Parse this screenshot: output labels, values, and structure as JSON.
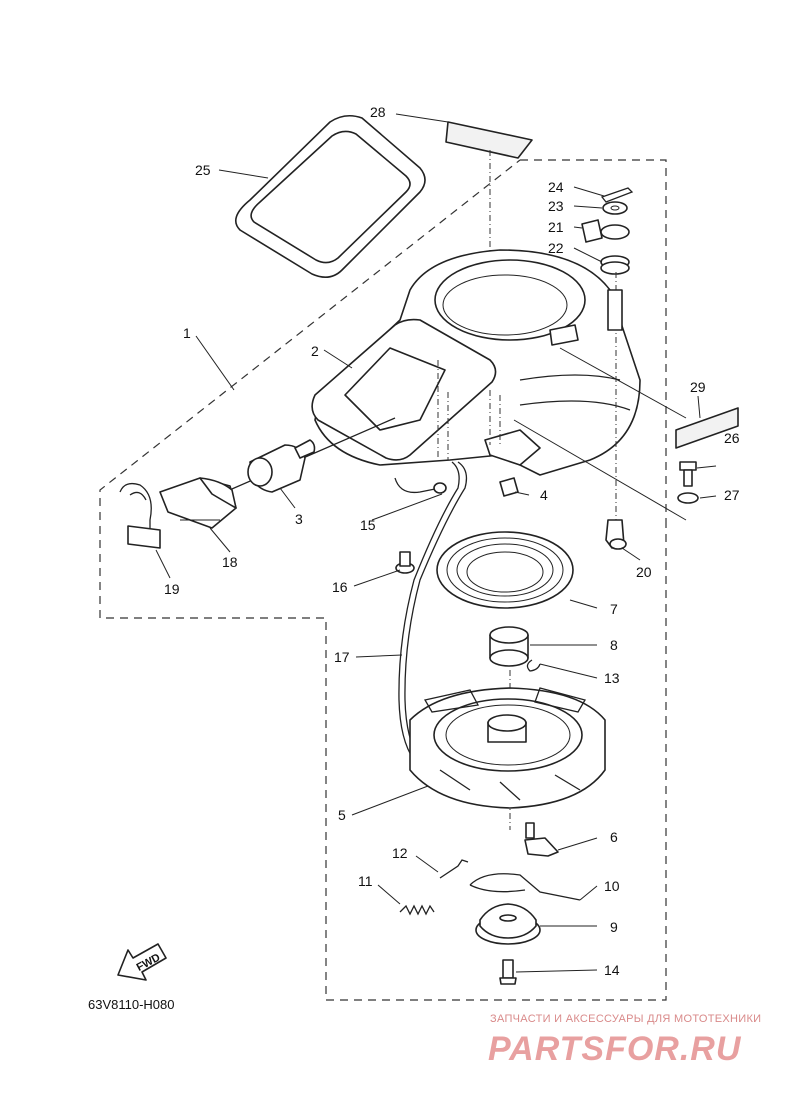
{
  "callouts": [
    "1",
    "2",
    "3",
    "4",
    "5",
    "6",
    "7",
    "8",
    "9",
    "10",
    "11",
    "12",
    "13",
    "14",
    "15",
    "16",
    "17",
    "18",
    "19",
    "20",
    "21",
    "22",
    "23",
    "24",
    "25",
    "26",
    "27",
    "28",
    "29"
  ],
  "diagram_code": "63V8110-H080",
  "fwd_label": "FWD",
  "watermark": {
    "tagline": "ЗАПЧАСТИ И АКСЕССУАРЫ ДЛЯ МОТОТЕХНИКИ",
    "logo": "PARTSFOR.RU"
  }
}
